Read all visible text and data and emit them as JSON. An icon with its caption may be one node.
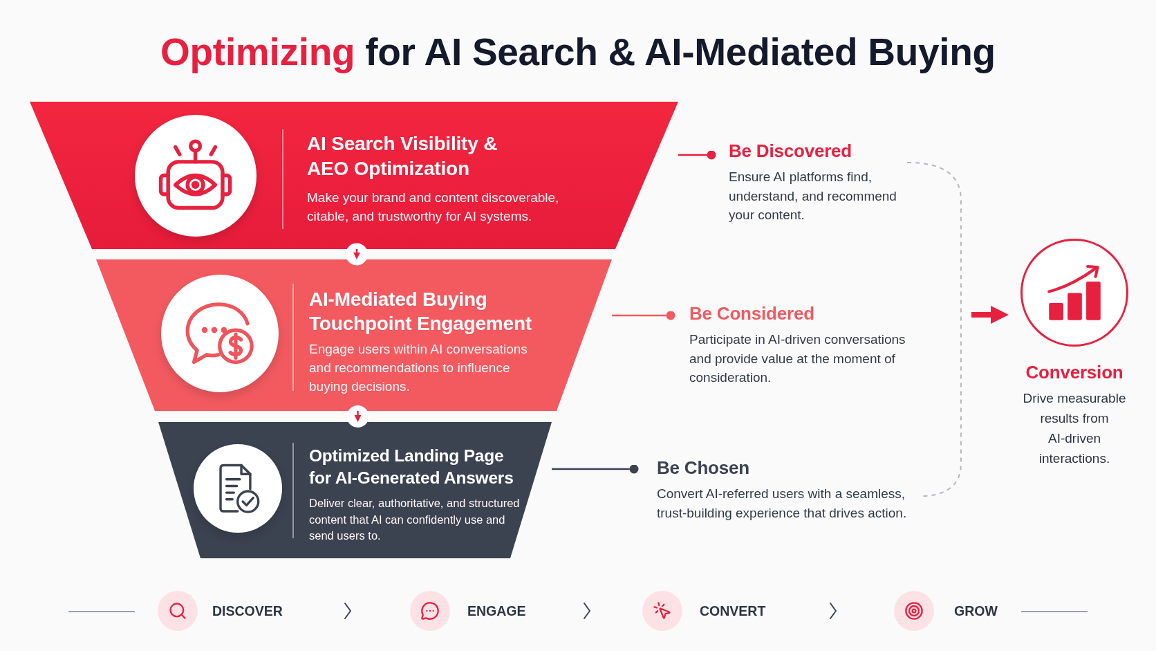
{
  "diagram": {
    "title": "**Optimizing** for AI Search & AI-Mediated Buying",
    "nodes": [
      {
        "text": [
          "AI Search Visibility & AEO Optimization",
          "Make your brand and content discoverable, citable, and trustworthy for AI systems."
        ]
      },
      {
        "text": [
          "AI-Mediated Buying Touchpoint Engagement",
          "Engage users within AI conversations and recommendations to influence buying decisions."
        ]
      },
      {
        "text": [
          "Optimized Landing Page for AI-Generated Answers",
          "Deliver clear, authoritative, and structured content that AI can confidently use and send users to."
        ]
      },
      {
        "text": [
          "Be Discovered",
          "Ensure AI platforms find, understand, and recommend your content."
        ]
      },
      {
        "text": [
          "Be Considered",
          "Participate in AI-driven conversations and provide value at the moment of consideration."
        ]
      },
      {
        "text": [
          "Be Chosen",
          "Convert AI-referred users with a seamless, trust-building experience that drives action."
        ]
      },
      {
        "text": [
          "Conversion",
          "Drive measurable results from AI-driven interactions."
        ]
      }
    ],
    "edges": [
      {
        "from": 0,
        "to": 1,
        "arrow": "to"
      },
      {
        "from": 1,
        "to": 2,
        "arrow": "to"
      },
      {
        "from": 0,
        "to": 3,
        "arrow": "other"
      },
      {
        "from": 1,
        "to": 4,
        "arrow": "other",
        "color": "#f25a60"
      },
      {
        "from": 2,
        "to": 5,
        "arrow": "other",
        "color": "#3b4250"
      },
      {
        "from": null,
        "to": 6,
        "arrow": "to",
        "style": "thick"
      }
    ],
    "labels": [
      "DISCOVER",
      "ENGAGE",
      "CONVERT",
      "GROW"
    ]
  }
}
